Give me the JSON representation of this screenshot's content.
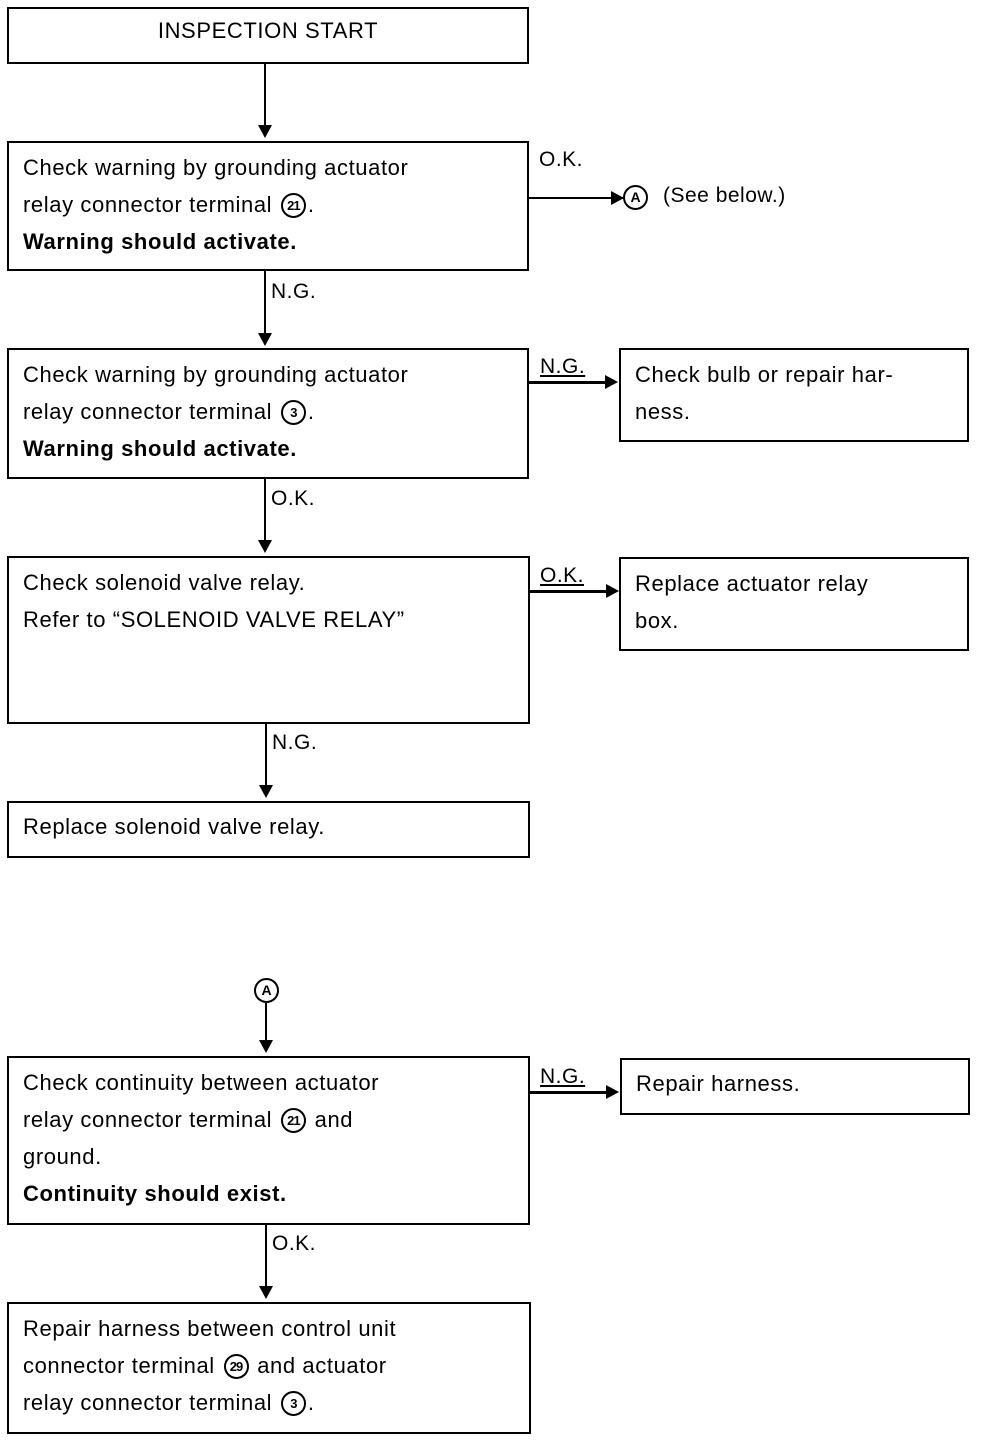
{
  "flowchart": {
    "start": {
      "text": "INSPECTION START"
    },
    "step1": {
      "line1": "Check warning by grounding actuator",
      "line2_pre": "relay connector terminal",
      "terminal": "21",
      "line2_post": ".",
      "line3": "Warning should activate.",
      "ok_label": "O.K.",
      "ok_target_connector": "A",
      "ok_target_text": "(See below.)",
      "ng_label": "N.G."
    },
    "step2": {
      "line1": "Check warning by grounding actuator",
      "line2_pre": "relay connector terminal",
      "terminal": "3",
      "line2_post": ".",
      "line3": "Warning should activate.",
      "ng_label": "N.G.",
      "ok_label": "O.K."
    },
    "step2_ng_result": {
      "line1": "Check bulb or repair har-",
      "line2": "ness."
    },
    "step3": {
      "line1": "Check solenoid valve relay.",
      "line2": "Refer to “SOLENOID VALVE RELAY”",
      "ok_label": "O.K.",
      "ng_label": "N.G."
    },
    "step3_ok_result": {
      "line1": "Replace actuator relay",
      "line2": "box."
    },
    "step3_ng_result": {
      "line1": "Replace solenoid valve relay."
    },
    "section_a": {
      "connector": "A",
      "step": {
        "line1": "Check continuity between actuator",
        "line2_pre": "relay connector terminal",
        "terminal": "21",
        "line2_post": "and",
        "line3": "ground.",
        "line4": "Continuity should exist.",
        "ng_label": "N.G.",
        "ok_label": "O.K."
      },
      "ng_result": {
        "line1": "Repair harness."
      },
      "ok_result": {
        "line1": "Repair harness between control unit",
        "line2_pre": "connector terminal",
        "terminal1": "29",
        "line2_post": "and actuator",
        "line3_pre": "relay connector terminal",
        "terminal2": "3",
        "line3_post": "."
      }
    }
  }
}
